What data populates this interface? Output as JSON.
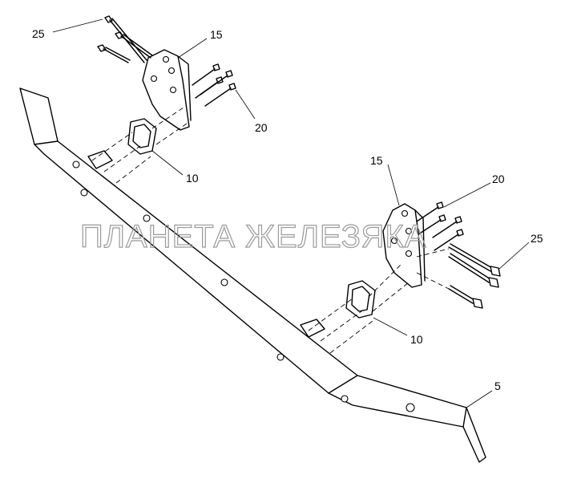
{
  "labels": {
    "bolt_top": "25",
    "bracket_left": "15",
    "screw_left": "20",
    "spacer_left": "10",
    "bracket_right": "15",
    "screw_right": "20",
    "bolt_right": "25",
    "spacer_right": "10",
    "beam": "5"
  },
  "watermark": "ПЛАНЕТА ЖЕЛЕЗЯКА"
}
